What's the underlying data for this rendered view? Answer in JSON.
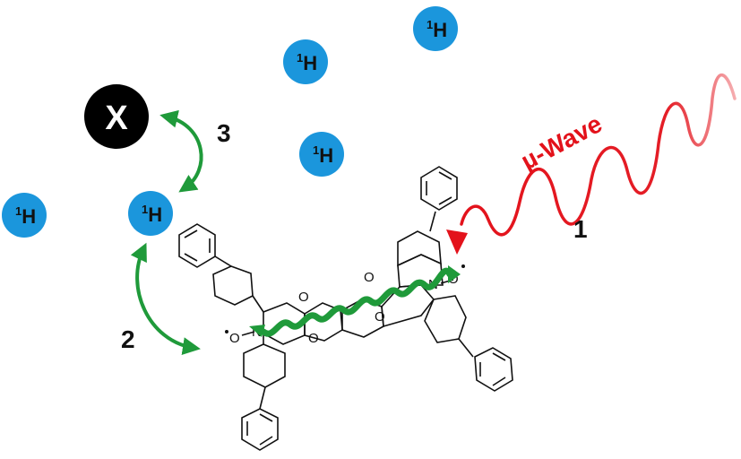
{
  "protons": [
    {
      "id": "h1",
      "label": "H",
      "sup": "1"
    },
    {
      "id": "h2",
      "label": "H",
      "sup": "1"
    },
    {
      "id": "h3",
      "label": "H",
      "sup": "1"
    },
    {
      "id": "h4",
      "label": "H",
      "sup": "1"
    },
    {
      "id": "h5",
      "label": "H",
      "sup": "1"
    }
  ],
  "x_nucleus": {
    "label": "X"
  },
  "microwave": {
    "label": "µ-Wave",
    "step": "1"
  },
  "steps": {
    "step1": "1",
    "step2": "2",
    "step3": "3"
  },
  "molecule": {
    "atoms": {
      "O": "O",
      "N": "N"
    }
  },
  "colors": {
    "proton": "#1b96dc",
    "x_nucleus": "#000000",
    "microwave": "#e3121b",
    "transfer": "#1f9a3a",
    "bonds": "#111111"
  }
}
